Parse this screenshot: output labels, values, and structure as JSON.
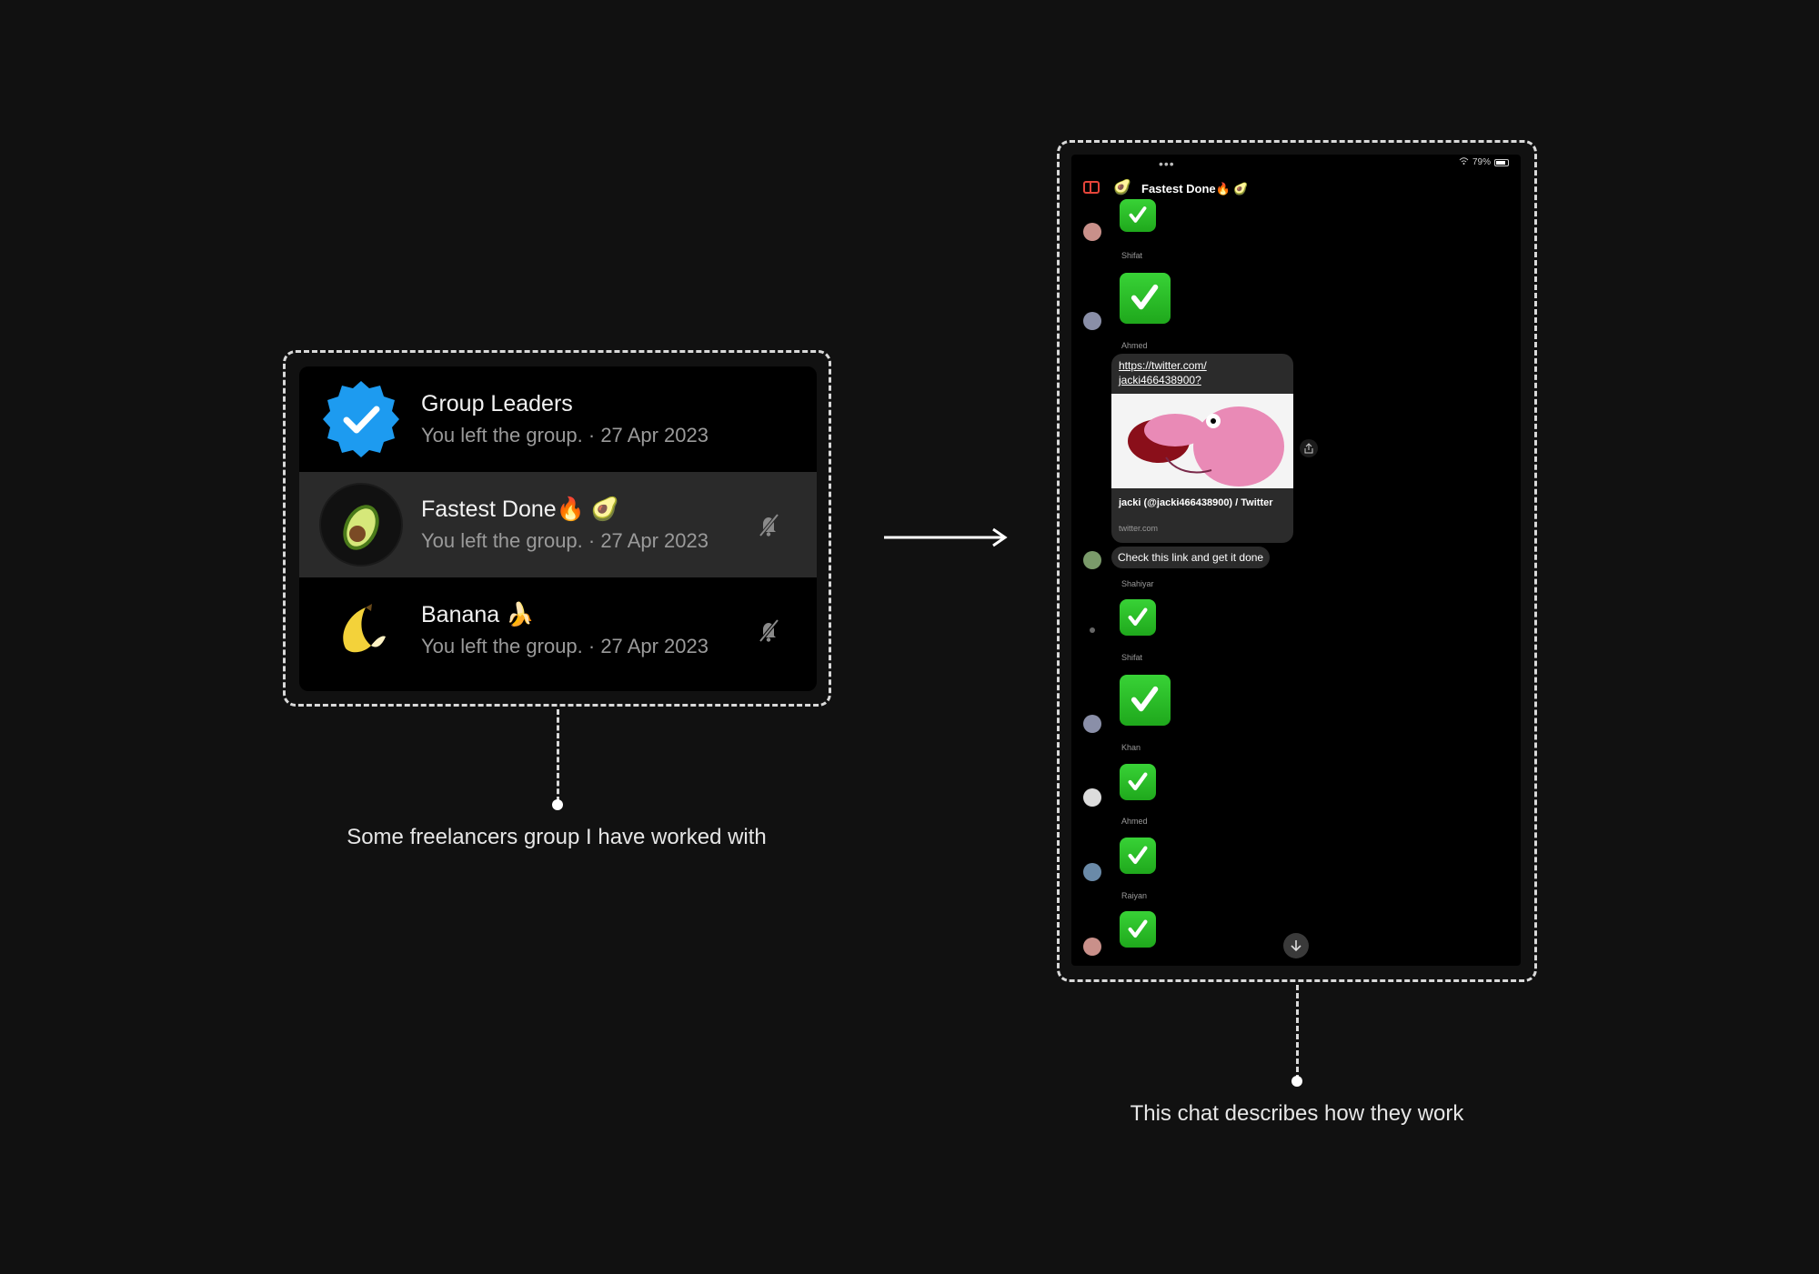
{
  "left": {
    "chats": [
      {
        "title": "Group Leaders",
        "subtitle": "You left the group. · 27 Apr 2023",
        "avatar_icon": "verified-badge-icon",
        "muted": false,
        "selected": false
      },
      {
        "title": "Fastest Done🔥 🥑",
        "subtitle": "You left the group. · 27 Apr 2023",
        "avatar_icon": "avocado-icon",
        "muted": true,
        "selected": true
      },
      {
        "title": "Banana 🍌",
        "subtitle": "You left the group. · 27 Apr 2023",
        "avatar_icon": "banana-icon",
        "muted": true,
        "selected": false
      }
    ],
    "caption": "Some freelancers group I have worked with"
  },
  "right": {
    "status": {
      "battery": "79%"
    },
    "header": {
      "avatar": "🥑",
      "title": "Fastest Done🔥 🥑"
    },
    "messages": [
      {
        "sender": "Shifat"
      },
      {
        "sender": "Ahmed"
      },
      {
        "sender": "Shahiyar"
      },
      {
        "sender": "Shifat"
      },
      {
        "sender": "Khan"
      },
      {
        "sender": "Ahmed"
      },
      {
        "sender": "Raiyan"
      }
    ],
    "link_preview": {
      "url": "https://twitter.com/ jacki466438900?",
      "title": "jacki (@jacki466438900) / Twitter",
      "domain": "twitter.com"
    },
    "text_message": "Check this link and get it done",
    "caption": "This chat describes how they work"
  },
  "colors": {
    "background": "#111111",
    "accent_green": "#2bc228",
    "verified_blue": "#1d9bf0",
    "toggle_red": "#e5453a"
  }
}
